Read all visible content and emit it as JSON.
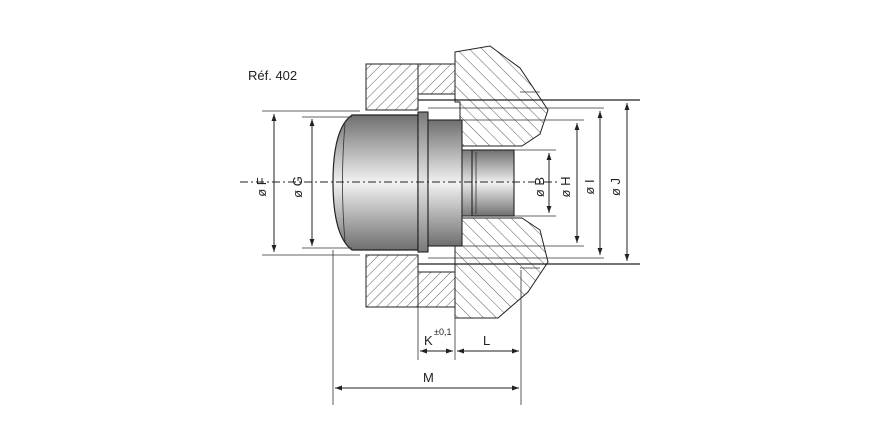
{
  "reference": "Réf. 402",
  "labels": {
    "dia_F": "ø F",
    "dia_G": "ø G",
    "dia_B": "ø B",
    "dia_H": "ø H",
    "dia_I": "ø I",
    "dia_J": "ø J",
    "K": "K",
    "K_tol": "±0,1",
    "L": "L",
    "M": "M"
  },
  "colors": {
    "line": "#222222",
    "steel_dark": "#6f6f6f",
    "steel_light": "#f2f2f2"
  }
}
